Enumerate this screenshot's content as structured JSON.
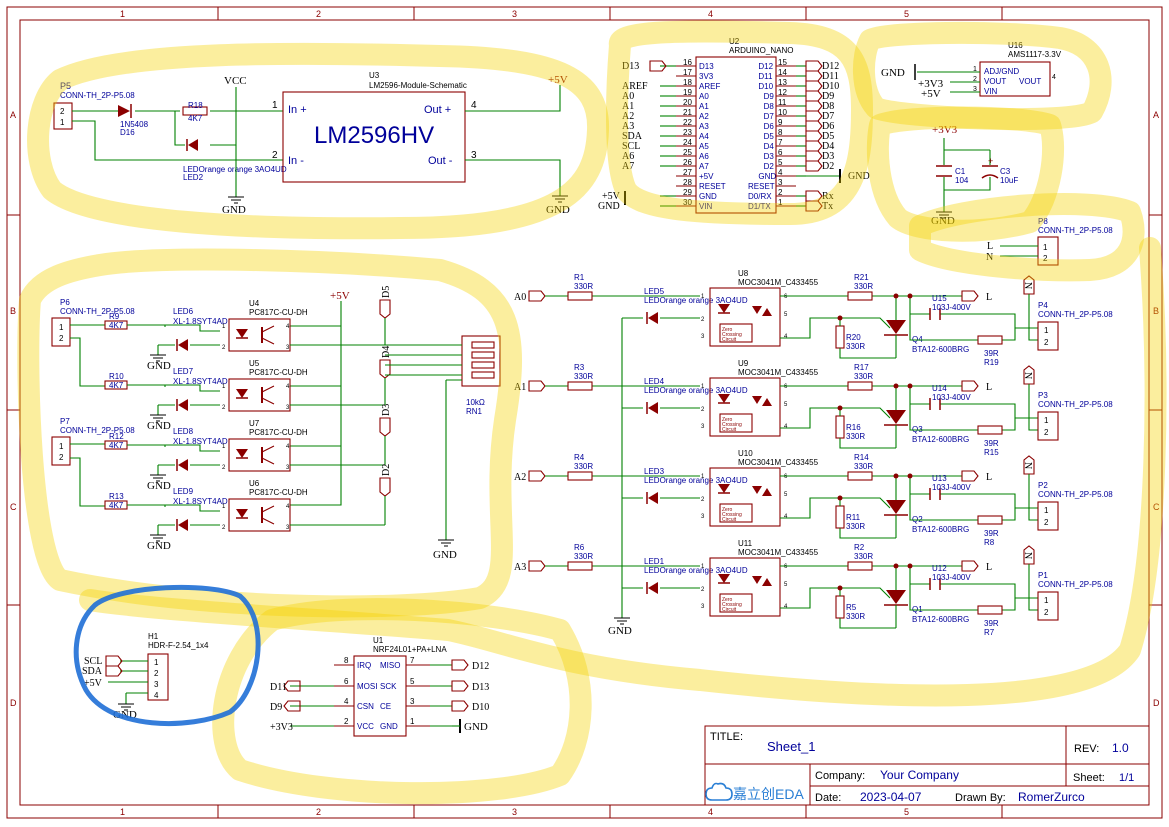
{
  "title_block": {
    "title_label": "TITLE:",
    "title": "Sheet_1",
    "rev_label": "REV:",
    "rev": "1.0",
    "company_label": "Company:",
    "company": "Your Company",
    "sheet_label": "Sheet:",
    "sheet": "1/1",
    "date_label": "Date:",
    "date": "2023-04-07",
    "drawn_label": "Drawn By:",
    "drawn_by": "RomerZurco",
    "logo": "嘉立创EDA"
  },
  "frame": {
    "columns": [
      "1",
      "2",
      "3",
      "4",
      "5"
    ],
    "rows": [
      "A",
      "B",
      "C",
      "D"
    ]
  },
  "power_section": {
    "p5_ref": "P5",
    "p5_val": "CONN-TH_2P-P5.08",
    "d16_ref": "D16",
    "d16_val": "1N5408",
    "r18_ref": "R18",
    "r18_val": "4K7",
    "led2_val": "LEDOrange orange 3AO4UD",
    "led2_ref": "LED2",
    "vcc": "VCC",
    "gnd": "GND",
    "p5v": "+5V",
    "u3_ref": "U3",
    "u3_val": "LM2596-Module-Schematic",
    "u3_title": "LM2596HV",
    "in_plus": "In +",
    "in_minus": "In -",
    "out_plus": "Out +",
    "out_minus": "Out -",
    "pin1": "1",
    "pin2": "2",
    "pin3": "3",
    "pin4": "4"
  },
  "arduino": {
    "ref": "U2",
    "val": "ARDUINO_NANO",
    "left_nets": [
      "D13",
      "",
      "AREF",
      "A0",
      "A1",
      "A2",
      "A3",
      "SDA",
      "SCL",
      "A6",
      "A7",
      "",
      "",
      "+5V",
      "GND"
    ],
    "left_pins": [
      "16",
      "17",
      "18",
      "19",
      "20",
      "21",
      "22",
      "23",
      "24",
      "25",
      "26",
      "27",
      "28",
      "29",
      "30"
    ],
    "left_names": [
      "D13",
      "3V3",
      "AREF",
      "A0",
      "A1",
      "A2",
      "A3",
      "A4",
      "A5",
      "A6",
      "A7",
      "+5V",
      "RESET",
      "GND",
      "VIN"
    ],
    "right_pins": [
      "15",
      "14",
      "13",
      "12",
      "11",
      "10",
      "9",
      "8",
      "7",
      "6",
      "5",
      "4",
      "3",
      "2",
      "1"
    ],
    "right_names": [
      "D12",
      "D11",
      "D10",
      "D9",
      "D8",
      "D7",
      "D6",
      "D5",
      "D4",
      "D3",
      "D2",
      "GND",
      "RESET",
      "D0/RX",
      "D1/TX"
    ],
    "right_nets": [
      "D12",
      "D11",
      "D10",
      "D9",
      "D8",
      "D7",
      "D6",
      "D5",
      "D4",
      "D3",
      "D2",
      "GND",
      "",
      "Rx",
      "Tx"
    ]
  },
  "regulator": {
    "ref": "U16",
    "val": "AMS1117-3.3V",
    "pin_names": [
      "ADJ/GND",
      "VOUT",
      "VIN"
    ],
    "pin_nums": [
      "1",
      "2",
      "3"
    ],
    "vout_right": "VOUT",
    "pin4": "4",
    "gnd": "GND",
    "v33": "+3V3",
    "v5": "+5V",
    "c1_ref": "C1",
    "c1_val": "104",
    "c3_ref": "C3",
    "c3_val": "10uF",
    "cap_plus": "+"
  },
  "p8": {
    "ref": "P8",
    "val": "CONN-TH_2P-P5.08",
    "l": "L",
    "n": "N",
    "pin1": "1",
    "pin2": "2"
  },
  "inputs": {
    "p6_ref": "P6",
    "p6_val": "CONN-TH_2P-P5.08",
    "p7_ref": "P7",
    "p7_val": "CONN-TH_2P-P5.08",
    "resistors": [
      {
        "ref": "R9",
        "val": "4K7"
      },
      {
        "ref": "R10",
        "val": "4K7"
      },
      {
        "ref": "R12",
        "val": "4K7"
      },
      {
        "ref": "R13",
        "val": "4K7"
      }
    ],
    "leds": [
      {
        "ref": "LED6",
        "val": "XL-1.8SYT4AD"
      },
      {
        "ref": "LED7",
        "val": "XL-1.8SYT4AD"
      },
      {
        "ref": "LED8",
        "val": "XL-1.8SYT4AD"
      },
      {
        "ref": "LED9",
        "val": "XL-1.8SYT4AD"
      }
    ],
    "opto": [
      {
        "ref": "U4",
        "val": "PC817C-CU-DH"
      },
      {
        "ref": "U5",
        "val": "PC817C-CU-DH"
      },
      {
        "ref": "U7",
        "val": "PC817C-CU-DH"
      },
      {
        "ref": "U6",
        "val": "PC817C-CU-DH"
      }
    ],
    "nets": [
      "D5",
      "D4",
      "D3",
      "D2"
    ],
    "rn_ref": "RN1",
    "rn_val": "10kΩ",
    "gnd": "GND",
    "p5v": "+5V"
  },
  "triac_channels": [
    {
      "in": "A0",
      "r_ref": "R1",
      "r_val": "330R",
      "led_ref": "LED5",
      "led_val": "LEDOrange orange 3AO4UD",
      "u_ref": "U8",
      "u_val": "MOC3041M_C433455",
      "r2_ref": "R21",
      "r2_val": "330R",
      "rg_ref": "R20",
      "rg_val": "330R",
      "q_ref": "Q4",
      "q_val": "BTA12-600BRG",
      "c_ref": "U15",
      "c_val": "103J-400V",
      "rs_ref": "R19",
      "rs_val": "39R",
      "p_ref": "P4",
      "p_val": "CONN-TH_2P-P5.08"
    },
    {
      "in": "A1",
      "r_ref": "R3",
      "r_val": "330R",
      "led_ref": "LED4",
      "led_val": "LEDOrange orange 3AO4UD",
      "u_ref": "U9",
      "u_val": "MOC3041M_C433455",
      "r2_ref": "R17",
      "r2_val": "330R",
      "rg_ref": "R16",
      "rg_val": "330R",
      "q_ref": "Q3",
      "q_val": "BTA12-600BRG",
      "c_ref": "U14",
      "c_val": "103J-400V",
      "rs_ref": "R15",
      "rs_val": "39R",
      "p_ref": "P3",
      "p_val": "CONN-TH_2P-P5.08"
    },
    {
      "in": "A2",
      "r_ref": "R4",
      "r_val": "330R",
      "led_ref": "LED3",
      "led_val": "LEDOrange orange 3AO4UD",
      "u_ref": "U10",
      "u_val": "MOC3041M_C433455",
      "r2_ref": "R14",
      "r2_val": "330R",
      "rg_ref": "R11",
      "rg_val": "330R",
      "q_ref": "Q2",
      "q_val": "BTA12-600BRG",
      "c_ref": "U13",
      "c_val": "103J-400V",
      "rs_ref": "R8",
      "rs_val": "39R",
      "p_ref": "P2",
      "p_val": "CONN-TH_2P-P5.08"
    },
    {
      "in": "A3",
      "r_ref": "R6",
      "r_val": "330R",
      "led_ref": "LED1",
      "led_val": "LEDOrange orange 3AO4UD",
      "u_ref": "U11",
      "u_val": "MOC3041M_C433455",
      "r2_ref": "R2",
      "r2_val": "330R",
      "rg_ref": "R5",
      "rg_val": "330R",
      "q_ref": "Q1",
      "q_val": "BTA12-600BRG",
      "c_ref": "U12",
      "c_val": "103J-400V",
      "rs_ref": "R7",
      "rs_val": "39R",
      "p_ref": "P1",
      "p_val": "CONN-TH_2P-P5.08"
    }
  ],
  "triac_common": {
    "zc": "Zero Crossing Circuit",
    "l": "L",
    "n": "N",
    "gnd": "GND"
  },
  "header": {
    "ref": "H1",
    "val": "HDR-F-2.54_1x4",
    "nets": [
      "SCL",
      "SDA",
      "+5V"
    ],
    "pins": [
      "1",
      "2",
      "3",
      "4"
    ],
    "gnd": "GND"
  },
  "nrf": {
    "ref": "U1",
    "val": "NRF24L01+PA+LNA",
    "left_pins": [
      "8",
      "6",
      "4",
      "2"
    ],
    "left_names": [
      "IRQ",
      "MOSI",
      "CSN",
      "VCC"
    ],
    "right_pins": [
      "7",
      "5",
      "3",
      "1"
    ],
    "right_names": [
      "MISO",
      "SCK",
      "CE",
      "GND"
    ],
    "left_nets": [
      "",
      "D11",
      "D9",
      "+3V3"
    ],
    "right_nets": [
      "D12",
      "D13",
      "D10",
      "GND"
    ]
  }
}
